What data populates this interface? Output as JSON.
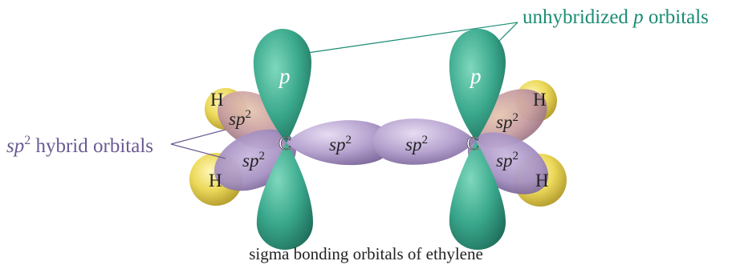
{
  "labels": {
    "unhybridized": {
      "prefix": "unhybridized ",
      "italic": "p",
      "suffix": " orbitals"
    },
    "hybrid": {
      "italic": "sp",
      "sup": "2",
      "rest": " hybrid orbitals"
    },
    "caption": "sigma bonding orbitals of ethylene"
  },
  "atoms": {
    "carbon": "C",
    "hydrogen": "H"
  },
  "orbitals": {
    "p": "p",
    "sp": "sp",
    "sup": "2"
  },
  "colors": {
    "p_orbital": "#3aa88c",
    "sp2_orbital": "#b7a3cf",
    "hydrogen": "#ecd95a",
    "label_teal": "#1a8c74",
    "label_purple": "#6b5a93",
    "text_dark": "#222222"
  }
}
